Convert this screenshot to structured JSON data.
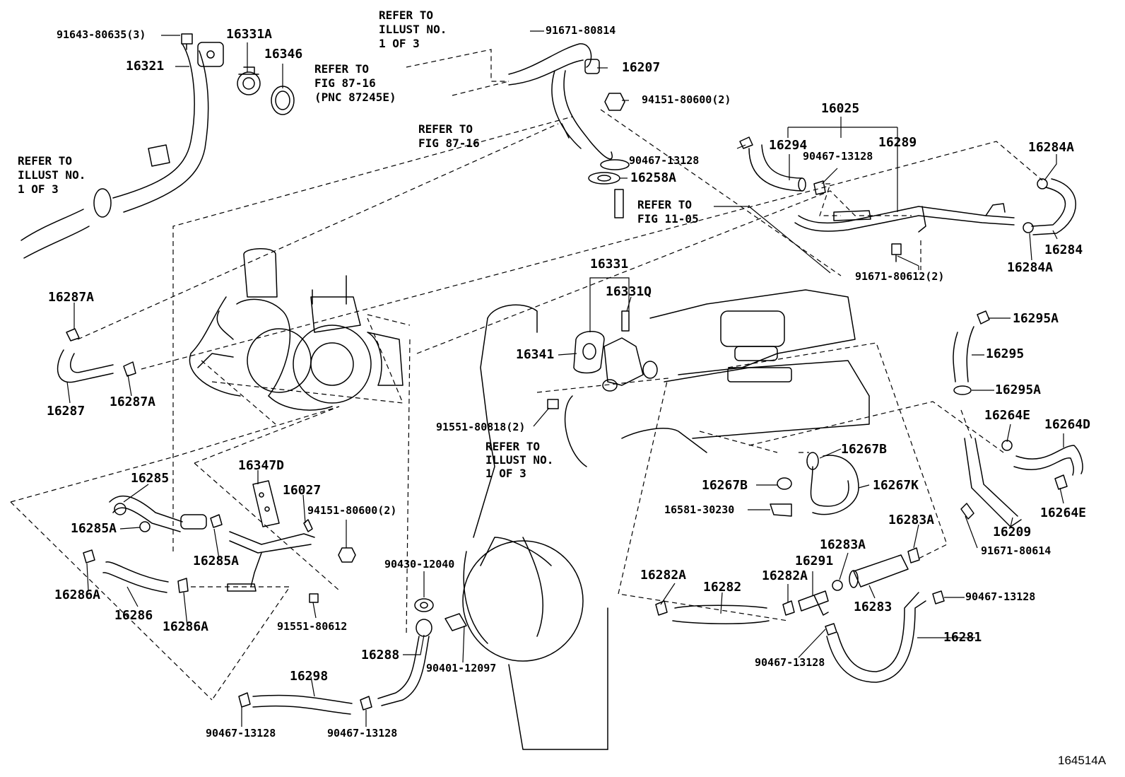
{
  "illustration_id": "164514A",
  "references": {
    "ref_illust_top": "REFER TO\nILLUST NO.\n1 OF 3",
    "ref_illust_left": "REFER TO\nILLUST NO.\n1 OF 3",
    "ref_illust_mid": "REFER TO\nILLUST NO.\n1 OF 3",
    "ref_fig_87_16_pnc": "REFER TO\nFIG 87-16\n(PNC 87245E)",
    "ref_fig_87_16": "REFER TO\nFIG 87-16",
    "ref_fig_11_05": "REFER TO\nFIG 11-05"
  },
  "parts": {
    "p91643_80635": "91643-80635(3)",
    "p16331A": "16331A",
    "p16321": "16321",
    "p16346": "16346",
    "p91671_80814": "91671-80814",
    "p16207": "16207",
    "p94151_80600_top": "94151-80600(2)",
    "p16025": "16025",
    "p90467_13128_a": "90467-13128",
    "p16294": "16294",
    "p90467_13128_b": "90467-13128",
    "p16289": "16289",
    "p16284A_top": "16284A",
    "p16258A": "16258A",
    "p16284": "16284",
    "p16284A_bot": "16284A",
    "p91671_80612": "91671-80612(2)",
    "p16331": "16331",
    "p16331Q": "16331Q",
    "p16287A_top": "16287A",
    "p16341": "16341",
    "p16287": "16287",
    "p16287A_bot": "16287A",
    "p16295A_top": "16295A",
    "p16295": "16295",
    "p16295A_bot": "16295A",
    "p91551_80818": "91551-80818(2)",
    "p16264E_top": "16264E",
    "p16264D": "16264D",
    "p16267B_top": "16267B",
    "p16347D": "16347D",
    "p16285": "16285",
    "p16027": "16027",
    "p94151_80600_mid": "94151-80600(2)",
    "p16267B_mid": "16267B",
    "p16267K": "16267K",
    "p16581_30230": "16581-30230",
    "p16209": "16209",
    "p16264E_bot": "16264E",
    "p16285A_a": "16285A",
    "p16285A_b": "16285A",
    "p16283A_a": "16283A",
    "p91671_80614": "91671-80614",
    "p16283A_b": "16283A",
    "p90430_12040": "90430-12040",
    "p16286A_a": "16286A",
    "p16282A_a": "16282A",
    "p16282": "16282",
    "p16282A_b": "16282A",
    "p16291": "16291",
    "p16286": "16286",
    "p16286A_b": "16286A",
    "p91551_80612": "91551-80612",
    "p16283": "16283",
    "p90467_13128_c": "90467-13128",
    "p16288": "16288",
    "p90401_12097": "90401-12097",
    "p16281": "16281",
    "p90467_13128_d": "90467-13128",
    "p16298": "16298",
    "p90467_13128_e": "90467-13128",
    "p90467_13128_f": "90467-13128"
  }
}
